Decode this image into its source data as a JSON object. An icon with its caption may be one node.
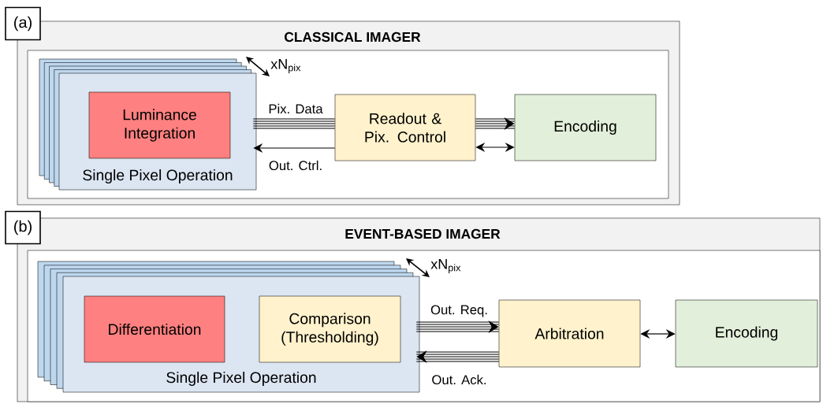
{
  "diagram": {
    "nodes": [
      {
        "text": [
          "CLASSICAL IMAGER"
        ]
      },
      {
        "text": [
          "Single Pixel Operation"
        ],
        "in": 0
      },
      {
        "text": [
          "Luminance Integration"
        ],
        "in": 1
      },
      {
        "text": [
          "Readout & Pix. Control"
        ],
        "in": 0
      },
      {
        "text": [
          "Encoding"
        ],
        "in": 0
      },
      {
        "text": [
          "EVENT-BASED IMAGER"
        ]
      },
      {
        "text": [
          "Single Pixel Operation"
        ],
        "in": 5
      },
      {
        "text": [
          "Differentiation"
        ],
        "in": 6
      },
      {
        "text": [
          "Comparison (Thresholding)"
        ],
        "in": 6
      },
      {
        "text": [
          "Arbitration"
        ],
        "in": 5
      },
      {
        "text": [
          "Encoding"
        ],
        "in": 5
      }
    ],
    "edges": [
      {
        "from": 1,
        "to": 3,
        "arrow": "none",
        "label": "Pix. Data"
      },
      {
        "from": 3,
        "to": 1,
        "arrow": "to",
        "label": "Out. Ctrl."
      },
      {
        "from": 3,
        "to": 4,
        "arrow": "to"
      },
      {
        "from": 3,
        "to": 4,
        "arrow": "both"
      },
      {
        "from": 6,
        "to": 9,
        "arrow": "to",
        "label": "Out. Req."
      },
      {
        "from": 9,
        "to": 6,
        "arrow": "to",
        "label": "Out. Ack."
      },
      {
        "from": 9,
        "to": 10,
        "arrow": "both"
      }
    ],
    "labels": [
      "(a)",
      "xN$_{pix}$",
      "(b)",
      "xN$_{pix}$"
    ]
  }
}
